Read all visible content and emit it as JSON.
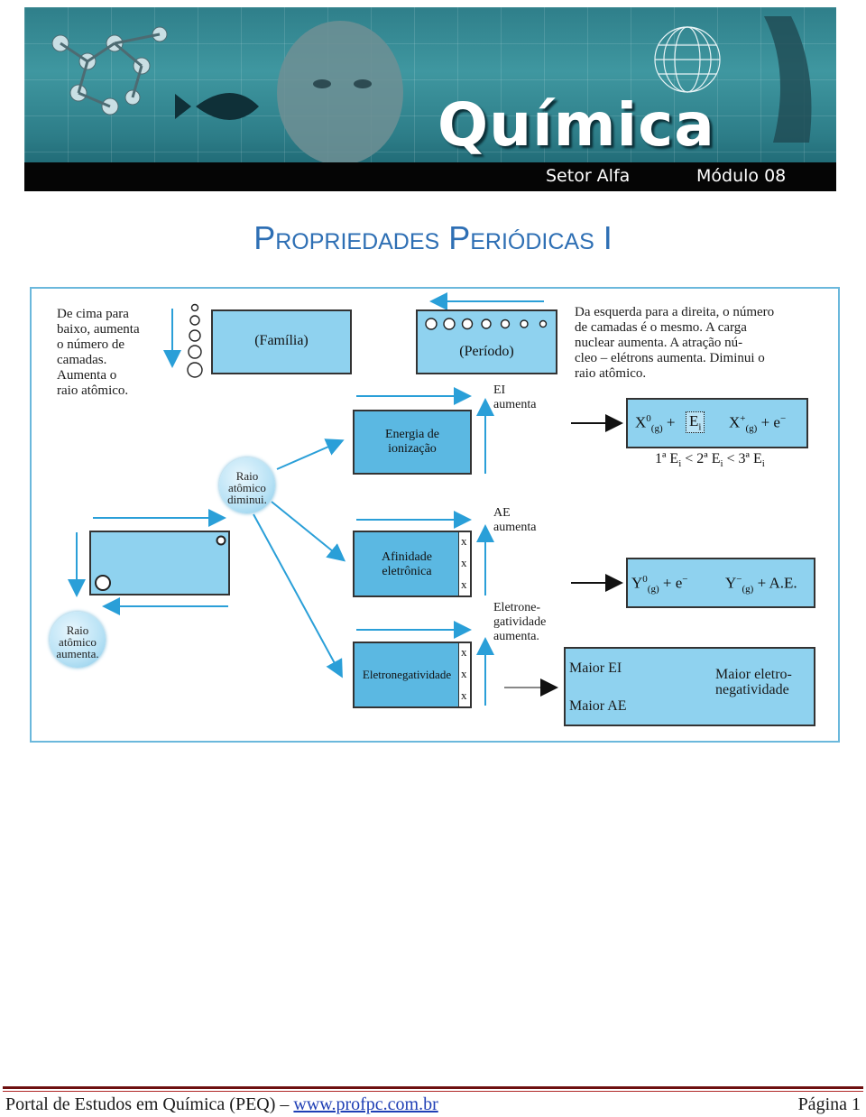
{
  "banner": {
    "word": "Química",
    "setor": "Setor Alfa",
    "modulo": "Módulo 08"
  },
  "title": "Propriedades Periódicas I",
  "diagram": {
    "left_text": [
      "De cima  para",
      "baixo, aumenta",
      "o número de",
      "camadas.",
      "Aumenta o",
      "raio atômico."
    ],
    "familia": "(Família)",
    "periodo": "(Período)",
    "right_text": [
      "Da esquerda para a  direita, o número",
      "de camadas é o mesmo. A  carga",
      "nuclear aumenta.  A  atração  nú-",
      "cleo – elétrons aumenta. Diminui  o",
      "raio atômico."
    ],
    "ei_label": [
      "EI",
      "aumenta"
    ],
    "energia_box": [
      "Energia de",
      "ionização"
    ],
    "raio_diminui": [
      "Raio",
      "atômico",
      "diminui."
    ],
    "eq1": {
      "x0": "X",
      "x0_sup": "0",
      "x0_sub": "(g)",
      "plus1": "+",
      "ei": "E",
      "ei_sub": "i",
      "xplus": "X",
      "xplus_sup": "+",
      "xplus_sub": "(g)",
      "plus2": "+ e",
      "e_sup": "−"
    },
    "ei_order": {
      "a": "1ª E",
      "a_sub": "i",
      "lt1": "< 2ª E",
      "b_sub": "i",
      "lt2": "< 3ª E",
      "c_sub": "i"
    },
    "ae_label": [
      "AE",
      "aumenta"
    ],
    "afinidade_box": [
      "Afinidade",
      "eletrônica"
    ],
    "eq2": {
      "y0": "Y",
      "y0_sup": "0",
      "y0_sub": "(g)",
      "plus1": "+ e",
      "e_sup": "−",
      "ym": "Y",
      "ym_sup": "−",
      "ym_sub": "(g)",
      "plus2": "+ A.E."
    },
    "raio_aumenta": [
      "Raio",
      "atômico",
      "aumenta."
    ],
    "eletroneg_label": [
      "Eletrone-",
      "gatividade",
      "aumenta."
    ],
    "eletroneg_box": "Eletronegatividade",
    "x_mark": "x",
    "maior_ei": "Maior EI",
    "maior_ae": "Maior AE",
    "maior_eletro": [
      "Maior eletro-",
      "negatividade"
    ]
  },
  "footer": {
    "left": "Portal de Estudos em Química (PEQ) –",
    "link": "www.profpc.com.br",
    "right": "Página 1"
  }
}
